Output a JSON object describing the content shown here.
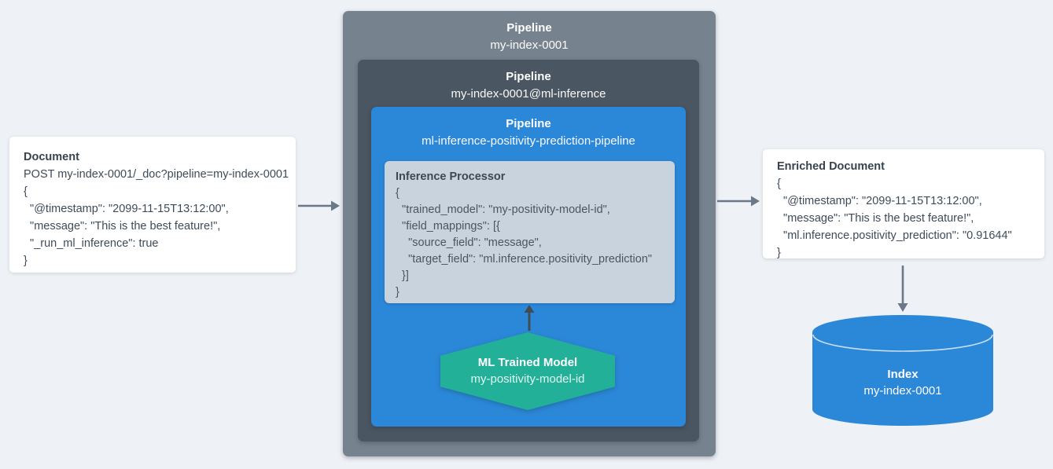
{
  "colors": {
    "background": "#eef1f6",
    "outer_pipeline_box": "#76838f",
    "inner_pipeline_box": "#4a5661",
    "ml_pipeline_box": "#2b87d8",
    "processor_box": "#c9d3dd",
    "model_hexagon": "#23b098",
    "index_cylinder": "#2b87d8",
    "arrow_gray": "#6a7887",
    "arrow_dark": "#444c53",
    "card_background": "#ffffff"
  },
  "document_card": {
    "title": "Document",
    "lines": [
      "POST my-index-0001/_doc?pipeline=my-index-0001",
      "{",
      "  \"@timestamp\": \"2099-11-15T13:12:00\",",
      "  \"message\": \"This is the best feature!\",",
      "  \"_run_ml_inference\": true",
      "}"
    ]
  },
  "outer_pipeline": {
    "label": "Pipeline",
    "name": "my-index-0001"
  },
  "inner_pipeline": {
    "label": "Pipeline",
    "name": "my-index-0001@ml-inference"
  },
  "ml_pipeline": {
    "label": "Pipeline",
    "name": "ml-inference-positivity-prediction-pipeline"
  },
  "inference_processor": {
    "title": "Inference Processor",
    "lines": [
      "{",
      "  \"trained_model\": \"my-positivity-model-id\",",
      "  \"field_mappings\": [{",
      "    \"source_field\": \"message\",",
      "    \"target_field\": \"ml.inference.positivity_prediction\"",
      "  }]",
      "}"
    ]
  },
  "trained_model": {
    "title": "ML Trained Model",
    "name": "my-positivity-model-id"
  },
  "enriched_card": {
    "title": "Enriched Document",
    "lines": [
      "{",
      "  \"@timestamp\": \"2099-11-15T13:12:00\",",
      "  \"message\": \"This is the best feature!\",",
      "  \"ml.inference.positivity_prediction\": \"0.91644\"",
      "}"
    ]
  },
  "index": {
    "title": "Index",
    "name": "my-index-0001"
  }
}
